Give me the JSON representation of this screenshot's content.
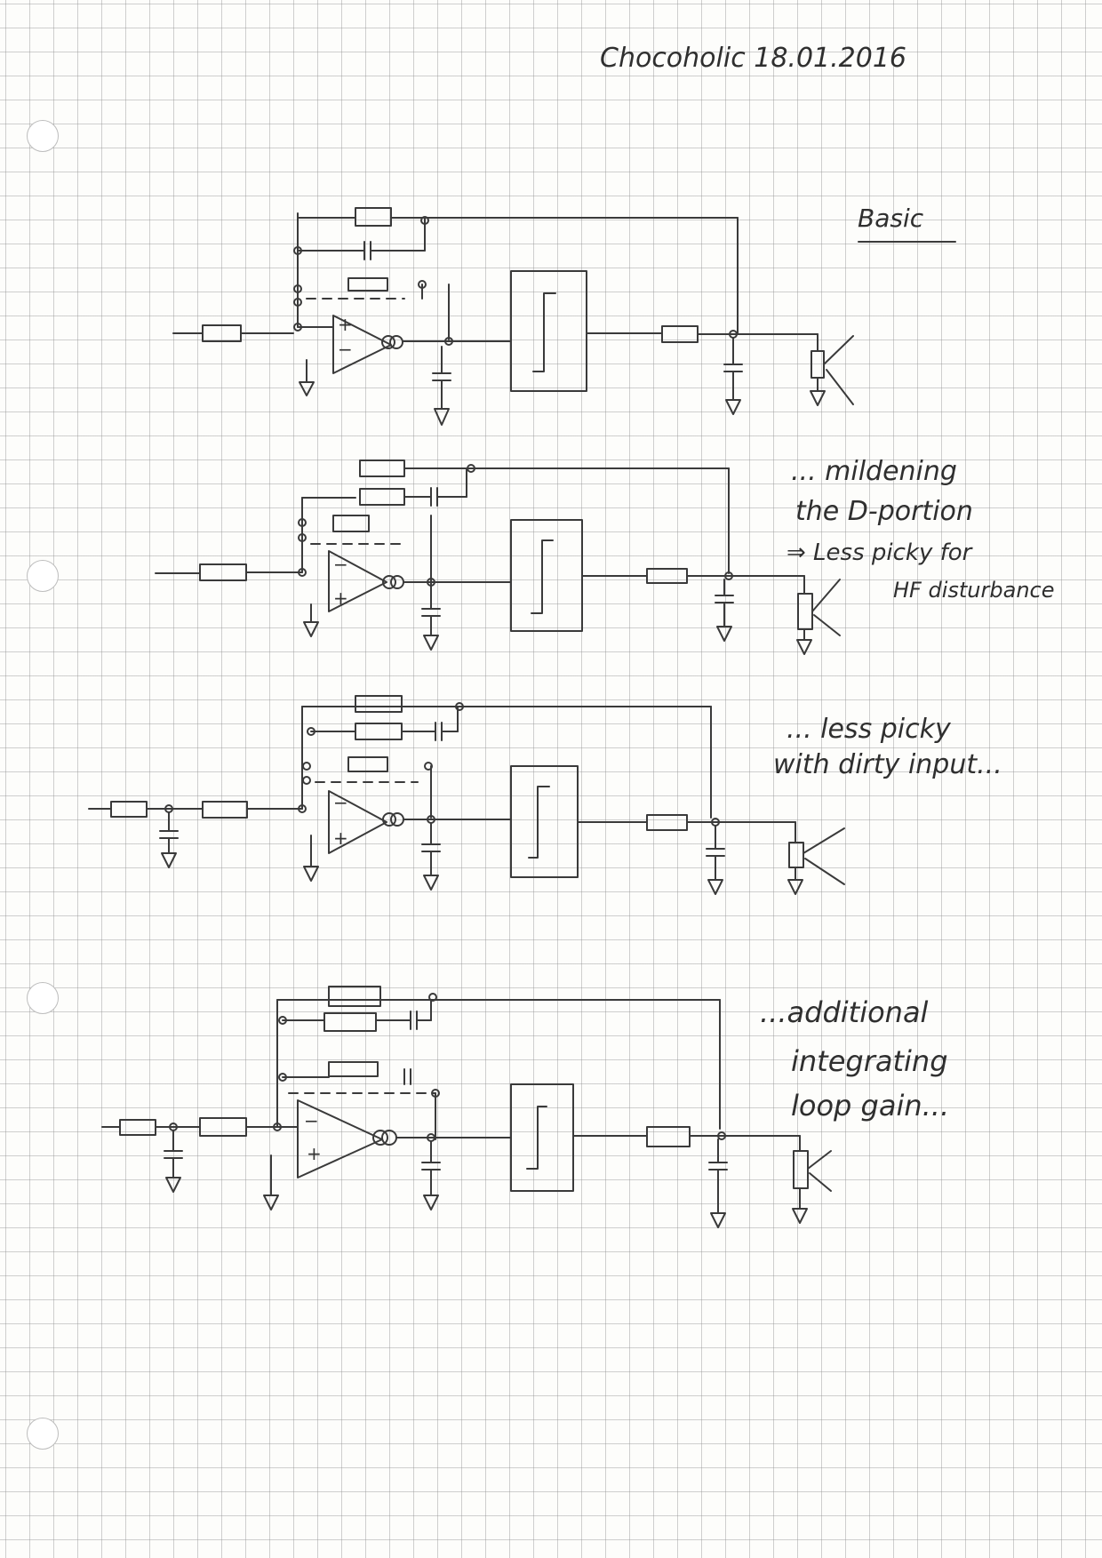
{
  "header": {
    "title": "Chocoholic 18.01.2016"
  },
  "circuits": [
    {
      "id": "basic",
      "note_lines": [
        "Basic"
      ]
    },
    {
      "id": "mildening",
      "note_lines": [
        "... mildening",
        "the D-portion",
        "⇒ Less picky for",
        "HF disturbance"
      ]
    },
    {
      "id": "dirty-input",
      "note_lines": [
        "... less picky",
        "with dirty input..."
      ]
    },
    {
      "id": "integrating",
      "note_lines": [
        "...additional",
        "integrating",
        "loop gain..."
      ]
    }
  ],
  "opamp_signs": {
    "minus": "−",
    "plus": "+"
  },
  "colors": {
    "paper": "#fdfdfb",
    "grid": "#969696",
    "ink": "#3a3a3a",
    "hatch": "#555555"
  }
}
